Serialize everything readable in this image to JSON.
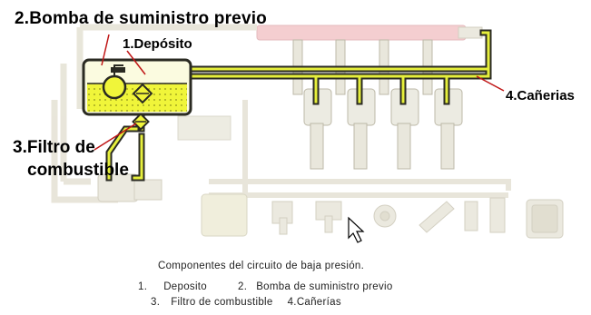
{
  "labels": {
    "pump": "2.Bomba de suministro previo",
    "tank": "1.Depósito",
    "filter_line1": "3.Filtro de",
    "filter_line2": "combustible",
    "pipes": "4.Cañerias"
  },
  "caption": {
    "title": "Componentes del circuito de baja presión.",
    "list": [
      {
        "num": "1.",
        "text": "Deposito"
      },
      {
        "num": "2.",
        "text": "Bomba de suministro previo"
      },
      {
        "num": "3.",
        "text": "Filtro de combustible"
      },
      {
        "num": "4.",
        "text": "Cañerías"
      }
    ]
  },
  "colors": {
    "fuel_line": "#e6ef3c",
    "line_outline": "#2a2a22",
    "faded_component": "#e9e7dc",
    "rail": "#f3c9cc",
    "tank_fill": "#f0f53a"
  },
  "icons": [
    "mouse-cursor-icon"
  ]
}
